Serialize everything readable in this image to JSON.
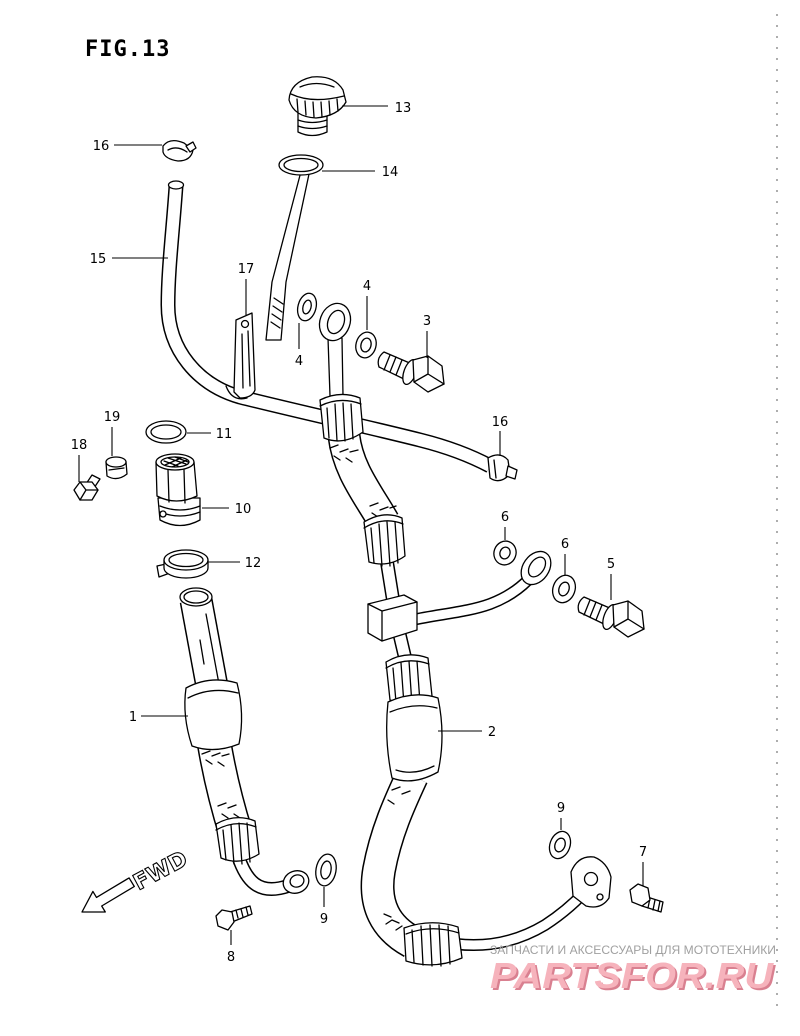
{
  "figure": {
    "title": "FIG.13"
  },
  "callouts": {
    "p13": "13",
    "p14": "14",
    "p16_top": "16",
    "p15": "15",
    "p17": "17",
    "p4_right": "4",
    "p3": "3",
    "p4_left": "4",
    "p19": "19",
    "p11": "11",
    "p18": "18",
    "p16_right": "16",
    "p10": "10",
    "p6_upper": "6",
    "p6_right": "6",
    "p5": "5",
    "p12": "12",
    "p1": "1",
    "p2": "2",
    "p9_right": "9",
    "p7": "7",
    "p9_lower": "9",
    "p8": "8"
  },
  "direction": {
    "label": "FWD",
    "icon": "arrow-down-left-icon"
  },
  "watermark": {
    "caption": "ЗАПЧАСТИ И АКСЕССУАРЫ ДЛЯ МОТОТЕХНИКИ",
    "brand": "PARTSFOR.RU"
  },
  "colors": {
    "ink": "#000000",
    "paper": "#ffffff",
    "watermark_caption": "#a0a0a0",
    "watermark_brand": "#f6b3bc"
  }
}
